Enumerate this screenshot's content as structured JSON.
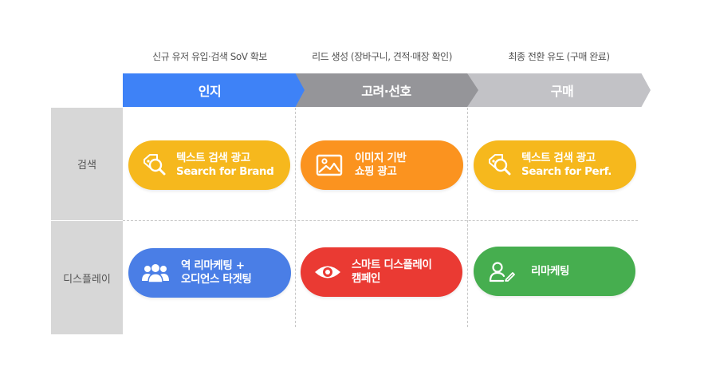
{
  "stages": [
    {
      "label": "인지",
      "description": "신규 유저 유입·검색 SoV 확보",
      "color": "#3e82f7"
    },
    {
      "label": "고려·선호",
      "description": "리드 생성 (장바구니, 견적·매장 확인)",
      "color": "#959599"
    },
    {
      "label": "구매",
      "description": "최종 전환 유도 (구매 완료)",
      "color": "#c2c2c6"
    }
  ],
  "rows": [
    {
      "label": "검색"
    },
    {
      "label": "디스플레이"
    }
  ],
  "cells": {
    "search_awareness": {
      "line1": "텍스트 검색 광고",
      "line2": "Search for Brand",
      "icon": "search-tag-icon",
      "color": "#f6b81d"
    },
    "search_consider": {
      "line1": "이미지 기반",
      "line2": "쇼핑 광고",
      "icon": "image-icon",
      "color": "#fb931f"
    },
    "search_purchase": {
      "line1": "텍스트 검색 광고",
      "line2": "Search for Perf.",
      "icon": "search-tag-icon",
      "color": "#f6b81d"
    },
    "display_awareness": {
      "line1": "역 리마케팅 +",
      "line2": "오디언스 타겟팅",
      "icon": "users-icon",
      "color": "#4a7ee6"
    },
    "display_consider": {
      "line1": "스마트 디스플레이",
      "line2": "캠페인",
      "icon": "eye-icon",
      "color": "#ea3a33"
    },
    "display_purchase": {
      "line1": "리마케팅",
      "icon": "user-edit-icon",
      "color": "#46ae4f"
    }
  }
}
